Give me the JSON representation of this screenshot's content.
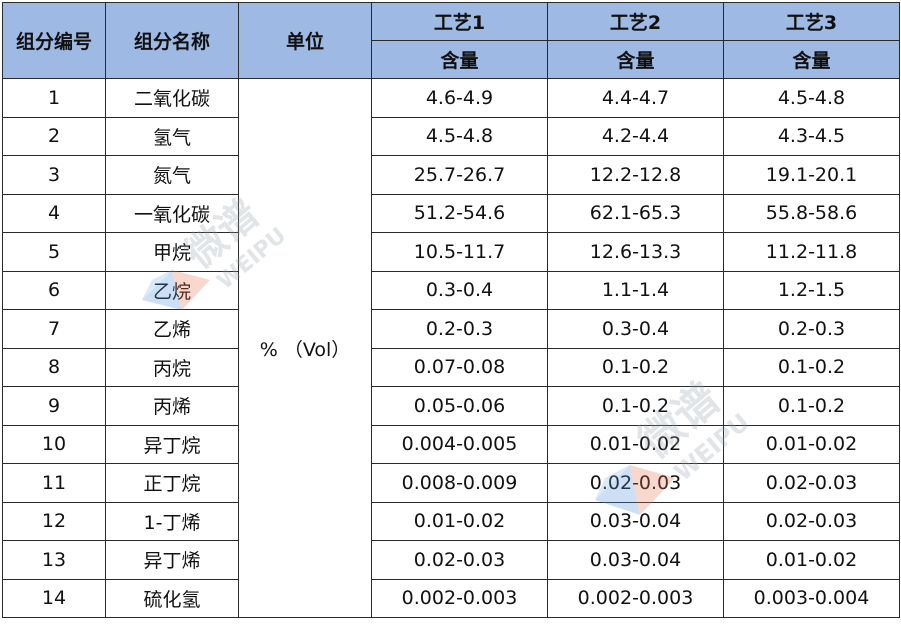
{
  "header": {
    "col_index": "组分编号",
    "col_name": "组分名称",
    "col_unit": "单位",
    "processes": [
      "工艺1",
      "工艺2",
      "工艺3"
    ],
    "sub_label": "含量"
  },
  "unit_value": "% （Vol）",
  "rows": [
    {
      "no": "1",
      "name": "二氧化碳",
      "p1": "4.6-4.9",
      "p2": "4.4-4.7",
      "p3": "4.5-4.8"
    },
    {
      "no": "2",
      "name": "氢气",
      "p1": "4.5-4.8",
      "p2": "4.2-4.4",
      "p3": "4.3-4.5"
    },
    {
      "no": "3",
      "name": "氮气",
      "p1": "25.7-26.7",
      "p2": "12.2-12.8",
      "p3": "19.1-20.1"
    },
    {
      "no": "4",
      "name": "一氧化碳",
      "p1": "51.2-54.6",
      "p2": "62.1-65.3",
      "p3": "55.8-58.6"
    },
    {
      "no": "5",
      "name": "甲烷",
      "p1": "10.5-11.7",
      "p2": "12.6-13.3",
      "p3": "11.2-11.8"
    },
    {
      "no": "6",
      "name": "乙烷",
      "p1": "0.3-0.4",
      "p2": "1.1-1.4",
      "p3": "1.2-1.5"
    },
    {
      "no": "7",
      "name": "乙烯",
      "p1": "0.2-0.3",
      "p2": "0.3-0.4",
      "p3": "0.2-0.3"
    },
    {
      "no": "8",
      "name": "丙烷",
      "p1": "0.07-0.08",
      "p2": "0.1-0.2",
      "p3": "0.1-0.2"
    },
    {
      "no": "9",
      "name": "丙烯",
      "p1": "0.05-0.06",
      "p2": "0.1-0.2",
      "p3": "0.1-0.2"
    },
    {
      "no": "10",
      "name": "异丁烷",
      "p1": "0.004-0.005",
      "p2": "0.01-0.02",
      "p3": "0.01-0.02"
    },
    {
      "no": "11",
      "name": "正丁烷",
      "p1": "0.008-0.009",
      "p2": "0.02-0.03",
      "p3": "0.02-0.03"
    },
    {
      "no": "12",
      "name": "1-丁烯",
      "p1": "0.01-0.02",
      "p2": "0.03-0.04",
      "p3": "0.02-0.03"
    },
    {
      "no": "13",
      "name": "异丁烯",
      "p1": "0.02-0.03",
      "p2": "0.03-0.04",
      "p3": "0.01-0.02"
    },
    {
      "no": "14",
      "name": "硫化氢",
      "p1": "0.002-0.003",
      "p2": "0.002-0.003",
      "p3": "0.003-0.004"
    }
  ],
  "watermark": {
    "cn": "微谱",
    "en": "WEIPU",
    "colors": [
      "#4a90d9",
      "#e8734a"
    ]
  }
}
